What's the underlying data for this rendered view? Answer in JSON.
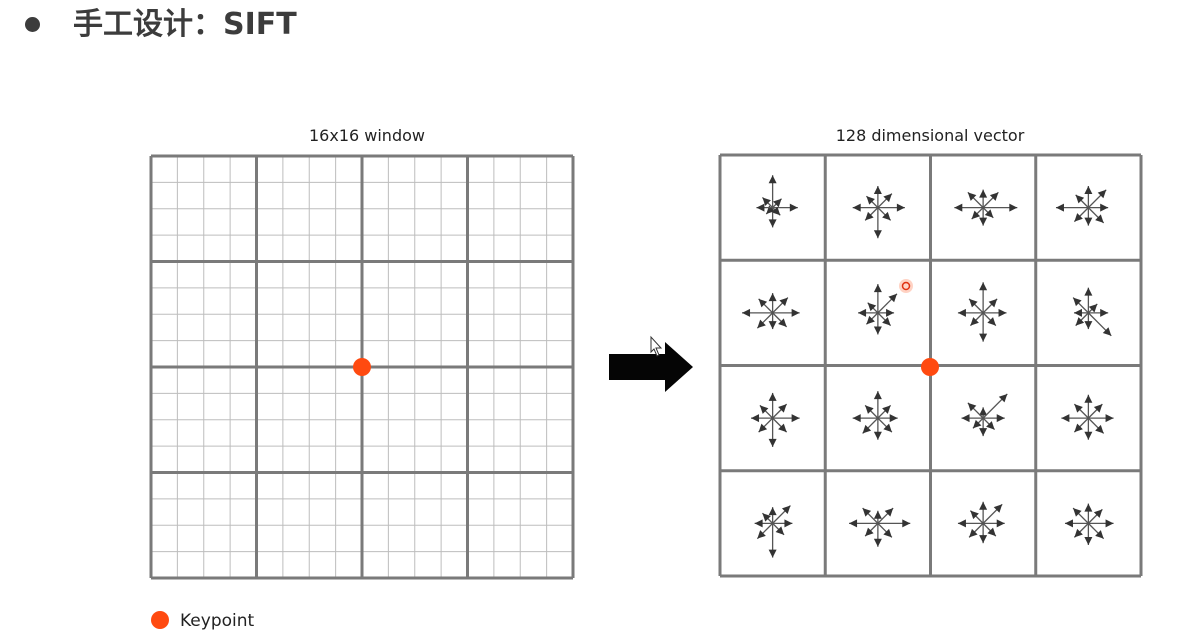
{
  "heading": {
    "text": "手工设计：SIFT"
  },
  "left_panel": {
    "caption": "16x16 window",
    "cells": 16,
    "blocks": 4
  },
  "right_panel": {
    "caption": "128 dimensional vector",
    "blocks": 4,
    "orientation_bins": 8
  },
  "legend": {
    "label": "Keypoint"
  },
  "colors": {
    "keypoint": "#ff4a10",
    "grid_major": "#7a7a7a",
    "grid_minor": "#bdbdbd",
    "heading_text": "#3c3c3c",
    "bullet": "#3c3c3c",
    "arrow": "#050505",
    "histogram": "#555555"
  },
  "histograms": [
    [
      [
        0.9,
        0.35,
        0.7,
        0.3,
        0.55,
        0.25,
        0.45,
        0.4
      ],
      [
        0.6,
        0.55,
        0.75,
        0.5,
        0.85,
        0.5,
        0.7,
        0.45
      ],
      [
        0.5,
        0.6,
        0.95,
        0.4,
        0.5,
        0.45,
        0.8,
        0.6
      ],
      [
        0.6,
        0.7,
        0.55,
        0.6,
        0.5,
        0.55,
        0.9,
        0.5
      ]
    ],
    [
      [
        0.55,
        0.6,
        0.75,
        0.55,
        0.45,
        0.6,
        0.85,
        0.55
      ],
      [
        0.8,
        0.75,
        0.45,
        0.5,
        0.6,
        0.45,
        0.55,
        0.4
      ],
      [
        0.85,
        0.55,
        0.65,
        0.5,
        0.8,
        0.5,
        0.7,
        0.55
      ],
      [
        0.7,
        0.35,
        0.55,
        0.9,
        0.45,
        0.5,
        0.4,
        0.6
      ]
    ],
    [
      [
        0.7,
        0.55,
        0.75,
        0.55,
        0.8,
        0.55,
        0.6,
        0.5
      ],
      [
        0.75,
        0.5,
        0.55,
        0.55,
        0.6,
        0.6,
        0.7,
        0.5
      ],
      [
        0.3,
        0.95,
        0.6,
        0.45,
        0.5,
        0.4,
        0.6,
        0.6
      ],
      [
        0.65,
        0.55,
        0.7,
        0.6,
        0.6,
        0.55,
        0.75,
        0.55
      ]
    ],
    [
      [
        0.45,
        0.7,
        0.55,
        0.45,
        0.95,
        0.6,
        0.5,
        0.4
      ],
      [
        0.35,
        0.6,
        0.9,
        0.55,
        0.65,
        0.5,
        0.8,
        0.6
      ],
      [
        0.6,
        0.75,
        0.6,
        0.5,
        0.55,
        0.55,
        0.7,
        0.5
      ],
      [
        0.55,
        0.55,
        0.7,
        0.6,
        0.6,
        0.55,
        0.65,
        0.6
      ]
    ]
  ]
}
